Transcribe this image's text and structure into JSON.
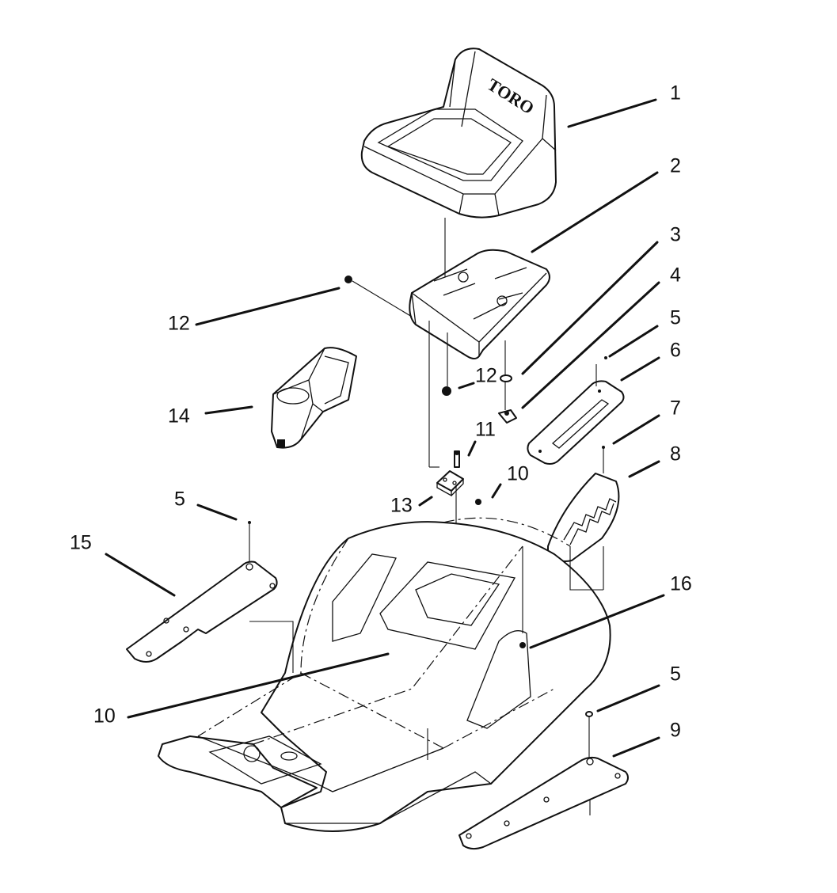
{
  "diagram": {
    "logo": {
      "text": "TORO"
    },
    "callouts": [
      {
        "id": "c1",
        "label": "1"
      },
      {
        "id": "c2",
        "label": "2"
      },
      {
        "id": "c3",
        "label": "3"
      },
      {
        "id": "c4",
        "label": "4"
      },
      {
        "id": "c5a",
        "label": "5"
      },
      {
        "id": "c6",
        "label": "6"
      },
      {
        "id": "c7",
        "label": "7"
      },
      {
        "id": "c8",
        "label": "8"
      },
      {
        "id": "c12a",
        "label": "12"
      },
      {
        "id": "c12b",
        "label": "12"
      },
      {
        "id": "c14",
        "label": "14"
      },
      {
        "id": "c11",
        "label": "11"
      },
      {
        "id": "c10a",
        "label": "10"
      },
      {
        "id": "c13",
        "label": "13"
      },
      {
        "id": "c5b",
        "label": "5"
      },
      {
        "id": "c15",
        "label": "15"
      },
      {
        "id": "c16",
        "label": "16"
      },
      {
        "id": "c10b",
        "label": "10"
      },
      {
        "id": "c5c",
        "label": "5"
      },
      {
        "id": "c9",
        "label": "9"
      }
    ]
  }
}
